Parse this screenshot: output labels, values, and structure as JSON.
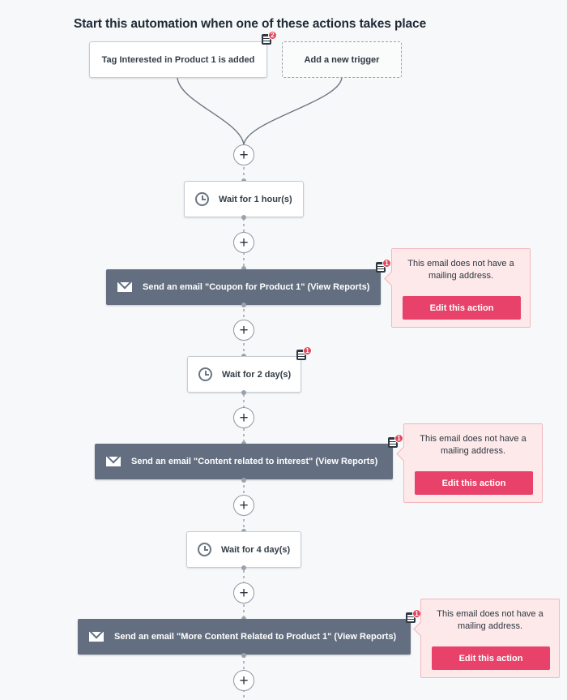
{
  "heading": "Start this automation when one of these actions takes place",
  "triggers": {
    "tag": "Tag Interested in Product 1 is added",
    "tag_note_count": "2",
    "add_new": "Add a new trigger"
  },
  "steps": {
    "wait1": "Wait for 1 hour(s)",
    "email1": "Send an email \"Coupon for Product 1\" (View Reports)",
    "email1_note_count": "1",
    "wait2": "Wait for 2 day(s)",
    "wait2_note_count": "1",
    "email2": "Send an email \"Content related to interest\" (View Reports)",
    "email2_note_count": "1",
    "wait3": "Wait for 4 day(s)",
    "email3": "Send an email \"More Content Related to Product 1\" (View Reports)",
    "email3_note_count": "1",
    "plus_symbol": "+"
  },
  "warnings": {
    "message": "This email does not have a mailing address.",
    "edit_label": "Edit this action"
  },
  "colors": {
    "email_block": "#636f80",
    "warning_bg": "#fde9ea",
    "edit_button": "#e8426a",
    "badge": "#e2465b"
  },
  "icons": {
    "note": "note-icon",
    "clock": "clock-icon",
    "envelope": "envelope-icon",
    "plus": "plus-icon"
  }
}
